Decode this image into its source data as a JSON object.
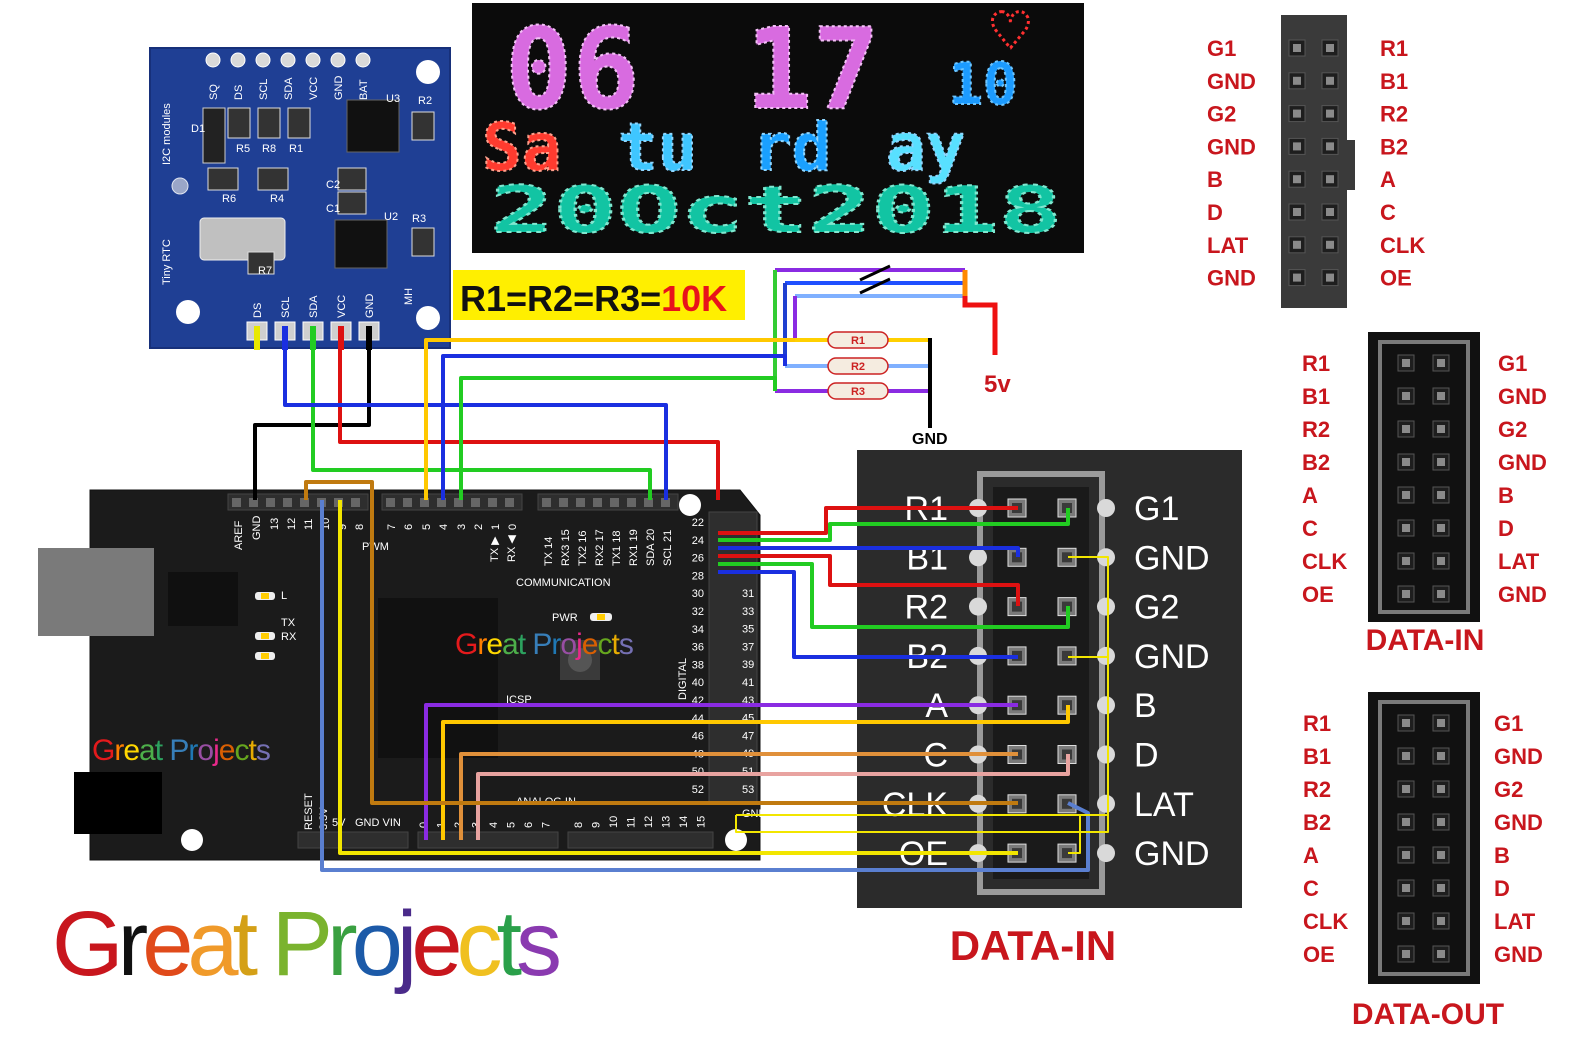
{
  "led_panel": {
    "time_hour": "06",
    "time_minute": "17",
    "seconds": "10",
    "day_parts": [
      "Sa",
      "tu",
      "rd",
      "ay"
    ],
    "date_line": "20Oct2018"
  },
  "resistor_note": {
    "prefix": "R1=R2=R3=",
    "value": "10K"
  },
  "resistors": [
    "R1",
    "R2",
    "R3"
  ],
  "power": {
    "vcc": "5v",
    "gnd": "GND"
  },
  "rtc_module": {
    "side_text": "I2C modules",
    "name": "Tiny RTC",
    "top_pins": [
      "SQ",
      "DS",
      "SCL",
      "SDA",
      "VCC",
      "GND",
      "BAT"
    ],
    "bottom_pins": [
      "DS",
      "SCL",
      "SDA",
      "VCC",
      "GND"
    ],
    "brand": "MH",
    "components": [
      "D1",
      "R5",
      "R8",
      "R1",
      "R2",
      "U3",
      "R6",
      "R4",
      "C2",
      "C1",
      "U2",
      "R3",
      "R7"
    ]
  },
  "arduino": {
    "watermark": "Great Projects",
    "pwm": "PWM",
    "communication": "COMMUNICATION",
    "digital": "DIGITAL",
    "analog_in": "ANALOG IN",
    "pwr": "PWR",
    "icsp": "ICSP",
    "l_led": "L",
    "tx": "TX",
    "rx": "RX",
    "aref": "AREF",
    "gnd": "GND",
    "reset": "RESET",
    "v33": "3.3V",
    "v5": "5V",
    "gnd_vin": "GND VIN",
    "pwm_pins": [
      "13",
      "12",
      "11",
      "10",
      "9",
      "8",
      "7",
      "6",
      "5",
      "4",
      "3",
      "2",
      "1",
      "0"
    ],
    "comm_pins": [
      "TX 14",
      "RX3 15",
      "TX2 16",
      "RX2 17",
      "TX1 18",
      "RX1 19",
      "SDA 20",
      "SCL 21"
    ],
    "tx_rx": [
      "TX ▶",
      "RX ◀"
    ],
    "dig_left": [
      "22",
      "24",
      "26",
      "28",
      "30",
      "32",
      "34",
      "36",
      "38",
      "40",
      "42",
      "44",
      "46",
      "48",
      "50",
      "52"
    ],
    "dig_right": [
      "31",
      "33",
      "35",
      "37",
      "39",
      "41",
      "43",
      "45",
      "47",
      "49",
      "51",
      "53"
    ],
    "analog_pins": [
      "0",
      "1",
      "2",
      "3",
      "4",
      "5",
      "6",
      "7",
      "8",
      "9",
      "10",
      "11",
      "12",
      "13",
      "14",
      "15"
    ],
    "gnd_label": "GND"
  },
  "hub75_big": {
    "left": [
      "R1",
      "B1",
      "R2",
      "B2",
      "A",
      "C",
      "CLK",
      "OE"
    ],
    "right": [
      "G1",
      "GND",
      "G2",
      "GND",
      "B",
      "D",
      "LAT",
      "GND"
    ],
    "caption": "DATA-IN"
  },
  "header_top": {
    "left": [
      "G1",
      "GND",
      "G2",
      "GND",
      "B",
      "D",
      "LAT",
      "GND"
    ],
    "right": [
      "R1",
      "B1",
      "R2",
      "B2",
      "A",
      "C",
      "CLK",
      "OE"
    ]
  },
  "header_data_in": {
    "left": [
      "R1",
      "B1",
      "R2",
      "B2",
      "A",
      "C",
      "CLK",
      "OE"
    ],
    "right": [
      "G1",
      "GND",
      "G2",
      "GND",
      "B",
      "D",
      "LAT",
      "GND"
    ],
    "caption": "DATA-IN"
  },
  "header_data_out": {
    "left": [
      "R1",
      "B1",
      "R2",
      "B2",
      "A",
      "C",
      "CLK",
      "OE"
    ],
    "right": [
      "G1",
      "GND",
      "G2",
      "GND",
      "B",
      "D",
      "LAT",
      "GND"
    ],
    "caption": "DATA-OUT"
  },
  "logo": {
    "letters": [
      "G",
      "r",
      "e",
      "a",
      "t",
      " ",
      "P",
      "r",
      "o",
      "j",
      "e",
      "c",
      "t",
      "s"
    ],
    "colors": [
      "#c8161d",
      "#111111",
      "#e04a1a",
      "#f09a2a",
      "#d4a017",
      "",
      "#7ab32e",
      "#3aa041",
      "#1c5aa8",
      "#4a2a8a",
      "#c8161d",
      "#f0c020",
      "#2aa04a",
      "#8a3ab0"
    ],
    "small_colors": [
      "#e41a1c",
      "#ff7f00",
      "#ffd700",
      "#4daf4a",
      "#2ca25f",
      "",
      "#377eb8",
      "#1f78b4",
      "#984ea3",
      "#e7298a",
      "#d95f02",
      "#66a61e",
      "#e6ab02",
      "#7570b3"
    ]
  }
}
